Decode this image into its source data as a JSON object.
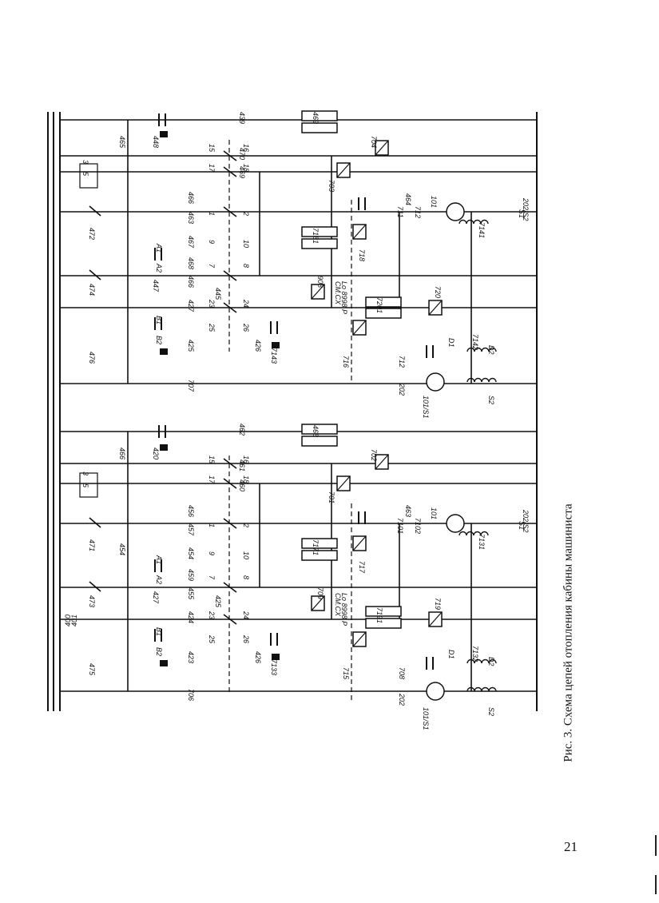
{
  "figure": {
    "caption": "Рис. 3.  Схема цепей отопления кабины машиниста",
    "page_number": "21",
    "bus_labels": [
      "400",
      "401"
    ]
  },
  "section_a": {
    "resistor_labels": [
      "469",
      "7181",
      "7201"
    ],
    "wire_labels": [
      "439",
      "470",
      "469",
      "466",
      "463",
      "467",
      "468",
      "466",
      "427",
      "425",
      "707",
      "426"
    ],
    "node_labels": [
      "465",
      "448",
      "472",
      "447",
      "474",
      "445",
      "476",
      "716",
      "712",
      "202",
      "101/S1",
      "S2"
    ],
    "device_labels": [
      "704",
      "703",
      "718",
      "720",
      "711",
      "712",
      "464",
      "101",
      "202/S2",
      "7141",
      "S1",
      "7142",
      "7143",
      "908",
      "D1",
      "D2"
    ],
    "coil_text": [
      "CM.CX",
      "Lo 8998 P"
    ]
  },
  "section_b": {
    "resistor_labels": [
      "468",
      "7171",
      "7191"
    ],
    "wire_labels": [
      "462",
      "461",
      "460",
      "456",
      "457",
      "454",
      "459",
      "455",
      "424",
      "423",
      "706",
      "426"
    ],
    "node_labels": [
      "466",
      "420",
      "471",
      "454",
      "427",
      "473",
      "425",
      "475",
      "715",
      "708",
      "202",
      "101/S1",
      "S2"
    ],
    "device_labels": [
      "702",
      "701",
      "717",
      "719",
      "7101",
      "7102",
      "463",
      "101",
      "202/S2",
      "7131",
      "S1",
      "7132",
      "7133",
      "709",
      "D1",
      "D2"
    ],
    "coil_text": [
      "CM.CX",
      "Lo 8998 P"
    ]
  },
  "contact_labels": [
    "A1",
    "A2",
    "B1",
    "B2",
    "15",
    "16",
    "17",
    "18",
    "23",
    "24",
    "25",
    "26",
    "1",
    "2",
    "3",
    "5",
    "7",
    "8",
    "9",
    "10"
  ]
}
